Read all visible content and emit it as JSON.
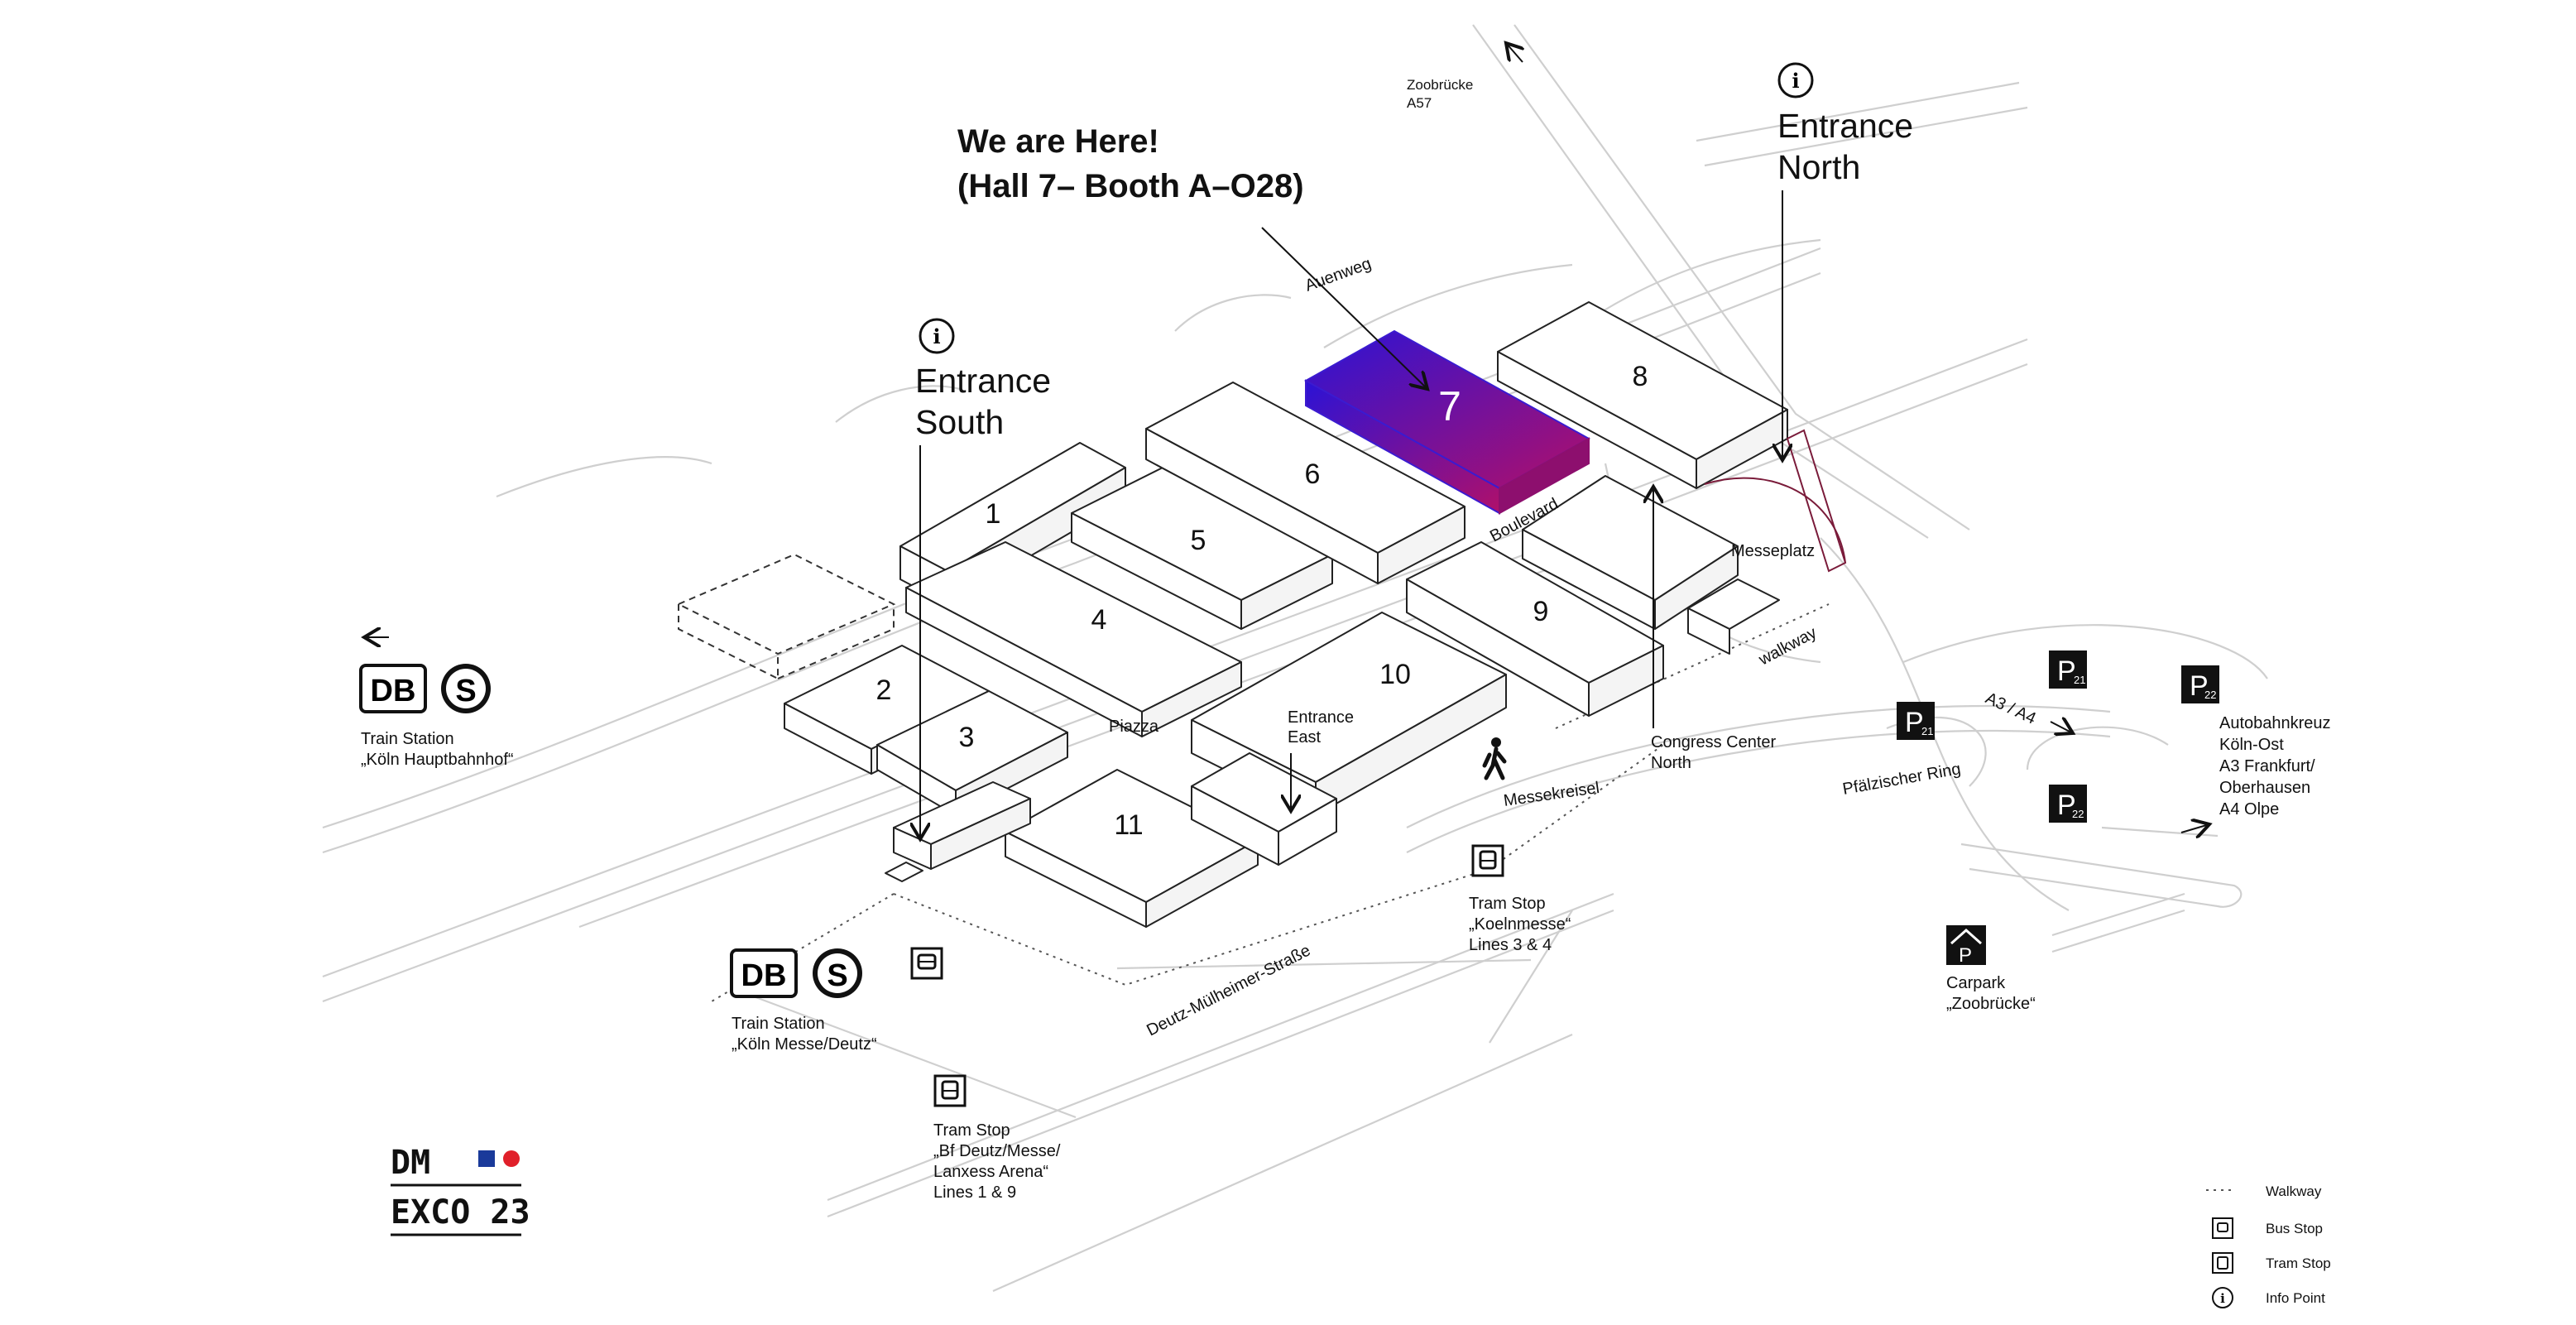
{
  "headline": {
    "line1": "We are Here!",
    "line2": "(Hall 7– Booth A–O28)"
  },
  "halls": [
    {
      "id": "1",
      "label": "1"
    },
    {
      "id": "2",
      "label": "2"
    },
    {
      "id": "3",
      "label": "3"
    },
    {
      "id": "4",
      "label": "4"
    },
    {
      "id": "5",
      "label": "5"
    },
    {
      "id": "6",
      "label": "6"
    },
    {
      "id": "7",
      "label": "7"
    },
    {
      "id": "8",
      "label": "8"
    },
    {
      "id": "9",
      "label": "9"
    },
    {
      "id": "10",
      "label": "10"
    },
    {
      "id": "11",
      "label": "11"
    }
  ],
  "highlight": {
    "hall": "7",
    "gradient_start": "#2b12d6",
    "gradient_end": "#b0106a"
  },
  "entrances": {
    "north": {
      "line1": "Entrance",
      "line2": "North",
      "icon": "info-icon"
    },
    "south": {
      "line1": "Entrance",
      "line2": "South",
      "icon": "info-icon"
    },
    "east": {
      "line1": "Entrance",
      "line2": "East"
    }
  },
  "places": {
    "piazza": "Piazza",
    "boulevard": "Boulevard",
    "auenweg": "Auenweg",
    "messeplatz": "Messeplatz",
    "walkway": "walkway",
    "messekreisel": "Messekreisel",
    "pfaelzischer_ring": "Pfälzischer Ring",
    "deutz_muelheimer": "Deutz-Mülheimer-Straße",
    "a3_a4": "A3 / A4",
    "zoobruecke": {
      "line1": "Zoobrücke",
      "line2": "A57"
    },
    "congress": {
      "line1": "Congress Center",
      "line2": "North"
    }
  },
  "stations": {
    "hbf": {
      "line1": "Train Station",
      "line2": "„Köln Hauptbahnhof“",
      "db": "DB",
      "s": "S"
    },
    "messe_deutz": {
      "line1": "Train Station",
      "line2": "„Köln Messe/Deutz“",
      "db": "DB",
      "s": "S"
    },
    "tram_koelnmesse": {
      "line1": "Tram Stop",
      "line2": "„Koelnmesse“",
      "line3": "Lines 3 & 4"
    },
    "tram_deutz": {
      "line1": "Tram Stop",
      "line2": "„Bf Deutz/Messe/",
      "line3": "Lanxess Arena“",
      "line4": "Lines 1 & 9"
    }
  },
  "parking": {
    "p21": "P",
    "p21_sub": "21",
    "p22": "P",
    "p22_sub": "22",
    "carpark": {
      "line1": "Carpark",
      "line2": "„Zoobrücke“"
    },
    "autobahn": {
      "line1": "Autobahnkreuz",
      "line2": "Köln-Ost",
      "line3": "A3 Frankfurt/",
      "line4": "Oberhausen",
      "line5": "A4 Olpe"
    }
  },
  "logo": {
    "line1": "DM",
    "line2": "EXCO 23",
    "square_color": "#1a3a9a",
    "dot_color": "#e0202a"
  },
  "legend": {
    "walkway": "Walkway",
    "bus": "Bus Stop",
    "tram": "Tram Stop",
    "info": "Info Point"
  }
}
